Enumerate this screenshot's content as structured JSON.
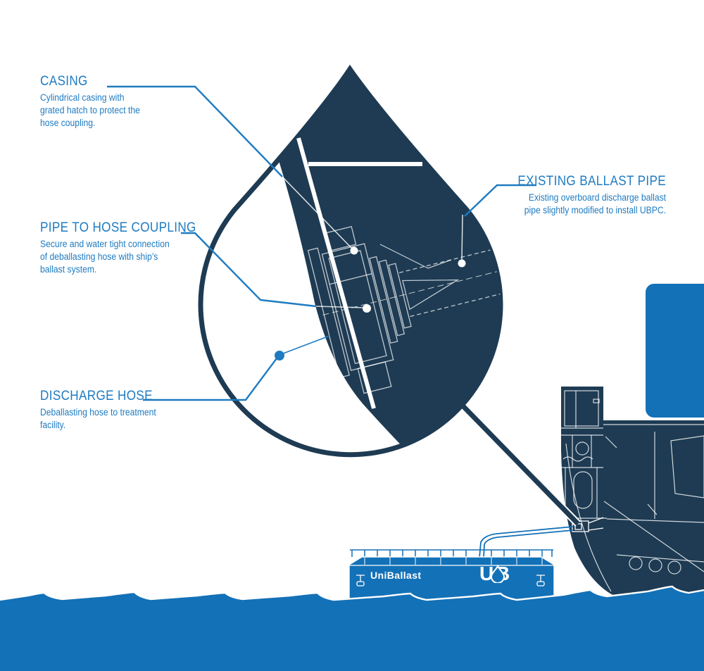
{
  "colors": {
    "navy": "#1e3b53",
    "bright_blue": "#1371b7",
    "accent_blue": "#1e7bc1",
    "white": "#ffffff"
  },
  "labels": {
    "casing": {
      "title": "CASING",
      "lines": [
        "Cylindrical casing with",
        "grated hatch to protect the",
        "hose coupling."
      ]
    },
    "coupling": {
      "title": "PIPE TO HOSE COUPLING",
      "lines": [
        "Secure and water tight connection",
        "of deballasting hose with ship’s",
        "ballast system."
      ]
    },
    "discharge": {
      "title": "DISCHARGE HOSE",
      "lines": [
        "Deballasting hose to treatment",
        "facility."
      ]
    },
    "ballast": {
      "title": "EXISTING BALLAST PIPE",
      "lines": [
        "Existing overboard discharge ballast",
        "pipe slightly modified to install UBPC."
      ]
    }
  },
  "barge": {
    "name": "UniBallast",
    "logo_u": "U",
    "logo_b": "B"
  }
}
